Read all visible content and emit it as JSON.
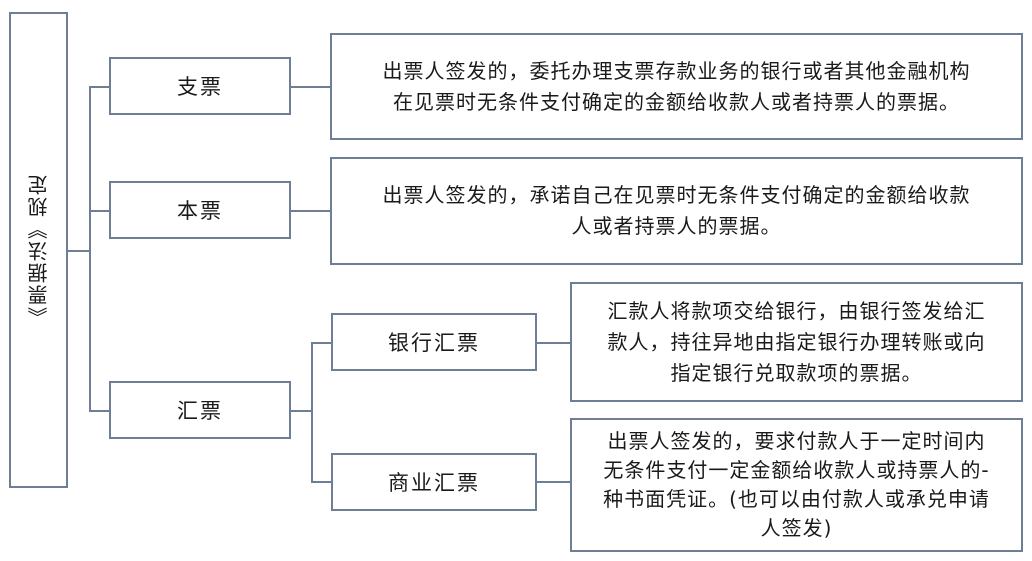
{
  "root": {
    "label": "《票据法》规定"
  },
  "items": [
    {
      "label": "支票",
      "desc": "出票人签发的，委托办理支票存款业务的银行或者其他金融机构\n在见票时无条件支付确定的金额给收款人或者持票人的票据。"
    },
    {
      "label": "本票",
      "desc": "出票人签发的，承诺自己在见票时无条件支付确定的金额给收款\n人或者持票人的票据。"
    },
    {
      "label": "汇票",
      "children": [
        {
          "label": "银行汇票",
          "desc": "汇款人将款项交给银行，由银行签发给汇\n款人，持往异地由指定银行办理转账或向\n指定银行兑取款项的票据。"
        },
        {
          "label": "商业汇票",
          "desc": "出票人签发的，要求付款人于一定时间内\n无条件支付一定金额给收款人或持票人的-\n种书面凭证。(也可以由付款人或承兑申请\n人签发)"
        }
      ]
    }
  ]
}
